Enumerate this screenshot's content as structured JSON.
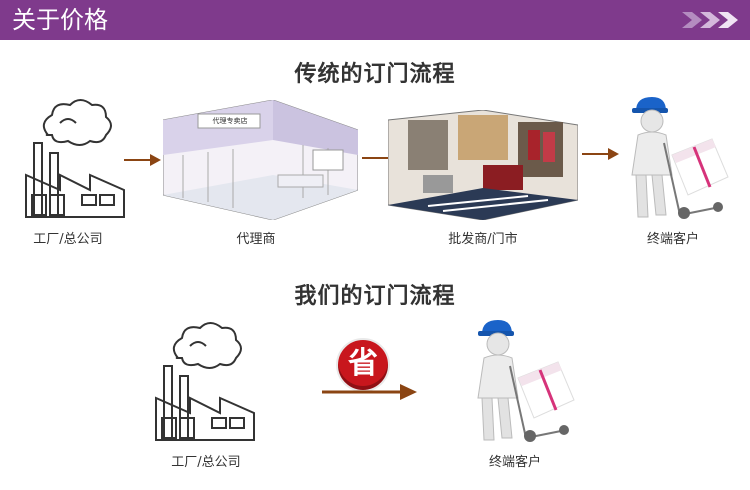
{
  "header": {
    "title": "关于价格"
  },
  "traditional": {
    "title": "传统的订门流程",
    "steps": [
      {
        "label": "工厂/总公司",
        "icon": "factory-icon"
      },
      {
        "label": "代理商",
        "icon": "agent-store-icon",
        "sign": "代理专卖店"
      },
      {
        "label": "批发商/门市",
        "icon": "wholesale-store-icon"
      },
      {
        "label": "终端客户",
        "icon": "delivery-person-icon"
      }
    ]
  },
  "ours": {
    "title": "我们的订门流程",
    "steps": [
      {
        "label": "工厂/总公司",
        "icon": "factory-icon"
      },
      {
        "label": "终端客户",
        "icon": "delivery-person-icon"
      }
    ],
    "badge": "省"
  },
  "colors": {
    "header_bg": "#7f3a8c",
    "arrow": "#8b4513",
    "badge": "#c8161d",
    "cap": "#1a63c9",
    "box_stripe": "#d6337a"
  }
}
